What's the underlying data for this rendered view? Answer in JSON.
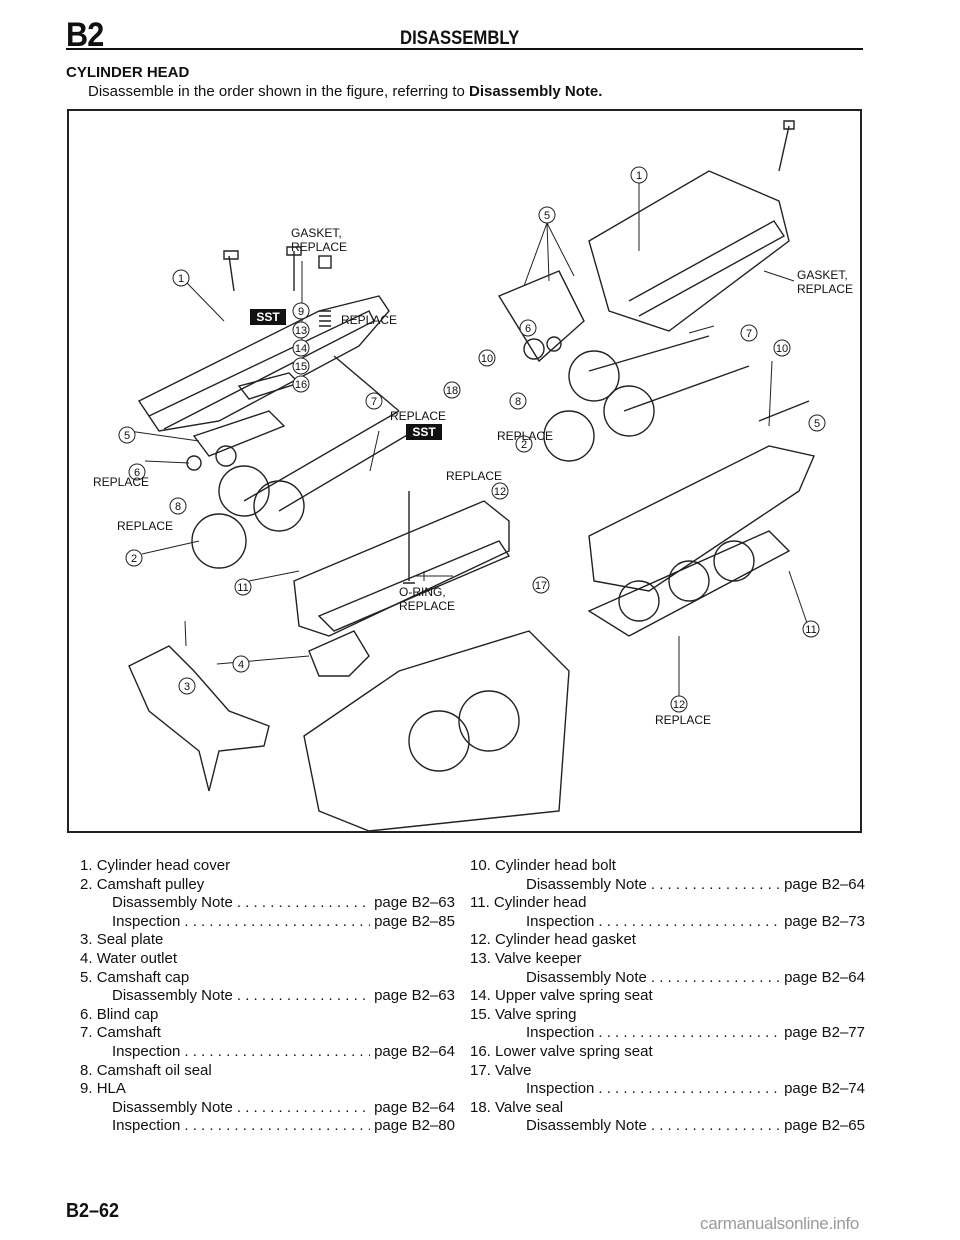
{
  "header": {
    "section_code": "B2",
    "section_title": "DISASSEMBLY"
  },
  "subheading": "CYLINDER HEAD",
  "intro": {
    "text": "Disassemble in the order shown in the figure, referring to ",
    "bold": "Disassembly Note."
  },
  "figure": {
    "labels": {
      "gasket_replace_a_1": "GASKET,",
      "gasket_replace_a_2": "REPLACE",
      "gasket_replace_b_1": "GASKET,",
      "gasket_replace_b_2": "REPLACE",
      "replace_13": "REPLACE",
      "replace_18": "REPLACE",
      "replace_10": "REPLACE",
      "replace_6": "REPLACE",
      "replace_8": "REPLACE",
      "replace_12a": "REPLACE",
      "replace_12b": "REPLACE",
      "oring_1": "O-RING,",
      "oring_2": "REPLACE",
      "sst_1": "SST",
      "sst_2": "SST"
    },
    "callouts": [
      "1",
      "1",
      "2",
      "2",
      "3",
      "4",
      "5",
      "5",
      "5",
      "6",
      "6",
      "7",
      "7",
      "8",
      "8",
      "9",
      "10",
      "10",
      "10",
      "11",
      "11",
      "12",
      "12",
      "13",
      "14",
      "15",
      "16",
      "17",
      "18"
    ]
  },
  "parts_list": {
    "left": [
      {
        "num": "1.",
        "name": "Cylinder head cover",
        "refs": []
      },
      {
        "num": "2.",
        "name": "Camshaft pulley",
        "refs": [
          {
            "label": "Disassembly Note",
            "page": "page B2–63"
          },
          {
            "label": "Inspection",
            "page": "page B2–85"
          }
        ]
      },
      {
        "num": "3.",
        "name": "Seal plate",
        "refs": []
      },
      {
        "num": "4.",
        "name": "Water outlet",
        "refs": []
      },
      {
        "num": "5.",
        "name": "Camshaft cap",
        "refs": [
          {
            "label": "Disassembly Note",
            "page": "page B2–63"
          }
        ]
      },
      {
        "num": "6.",
        "name": "Blind cap",
        "refs": []
      },
      {
        "num": "7.",
        "name": "Camshaft",
        "refs": [
          {
            "label": "Inspection",
            "page": "page B2–64"
          }
        ]
      },
      {
        "num": "8.",
        "name": "Camshaft oil seal",
        "refs": []
      },
      {
        "num": "9.",
        "name": "HLA",
        "refs": [
          {
            "label": "Disassembly Note",
            "page": "page B2–64"
          },
          {
            "label": "Inspection",
            "page": "page B2–80"
          }
        ]
      }
    ],
    "right": [
      {
        "num": "10.",
        "name": "Cylinder head bolt",
        "refs": [
          {
            "label": "Disassembly Note",
            "page": "page B2–64"
          }
        ]
      },
      {
        "num": "11.",
        "name": "Cylinder head",
        "refs": [
          {
            "label": "Inspection",
            "page": "page B2–73"
          }
        ]
      },
      {
        "num": "12.",
        "name": "Cylinder head gasket",
        "refs": []
      },
      {
        "num": "13.",
        "name": "Valve keeper",
        "refs": [
          {
            "label": "Disassembly Note",
            "page": "page B2–64"
          }
        ]
      },
      {
        "num": "14.",
        "name": "Upper valve spring seat",
        "refs": []
      },
      {
        "num": "15.",
        "name": "Valve spring",
        "refs": [
          {
            "label": "Inspection",
            "page": "page B2–77"
          }
        ]
      },
      {
        "num": "16.",
        "name": "Lower valve spring seat",
        "refs": []
      },
      {
        "num": "17.",
        "name": "Valve",
        "refs": [
          {
            "label": "Inspection",
            "page": "page B2–74"
          }
        ]
      },
      {
        "num": "18.",
        "name": "Valve seal",
        "refs": [
          {
            "label": "Disassembly Note",
            "page": "page B2–65"
          }
        ]
      }
    ]
  },
  "footer": {
    "page_number": "B2–62",
    "watermark": "carmanualsonline.info"
  }
}
